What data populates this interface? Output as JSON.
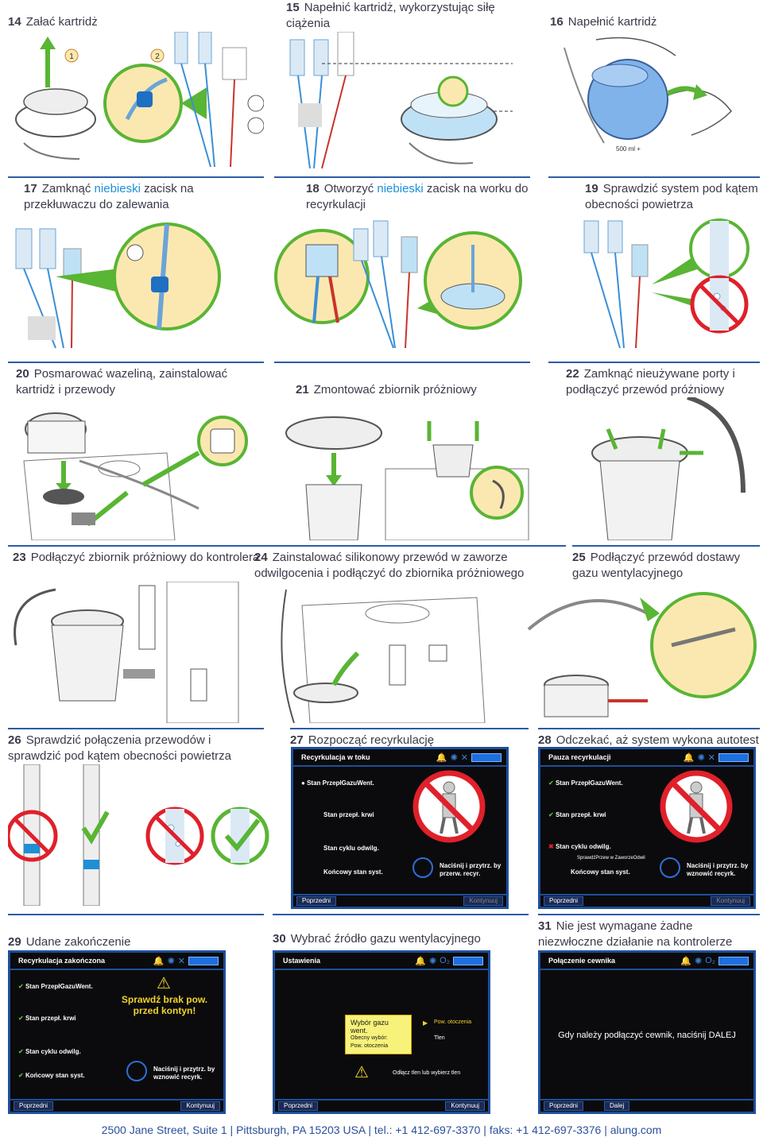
{
  "steps": {
    "s14": {
      "num": "14",
      "text": "Załać kartridż"
    },
    "s15": {
      "num": "15",
      "text": "Napełnić kartridż, wykorzystując siłę ciążenia"
    },
    "s16": {
      "num": "16",
      "text": "Napełnić kartridż"
    },
    "s17": {
      "num": "17",
      "pre": "Zamknąć ",
      "blue": "niebieski",
      "post": " zacisk na przekłuwaczu do zalewania"
    },
    "s18": {
      "num": "18",
      "pre": "Otworzyć ",
      "blue": "niebieski",
      "post": " zacisk na worku do recyrkulacji"
    },
    "s19": {
      "num": "19",
      "text": "Sprawdzić system pod kątem obecności powietrza"
    },
    "s20": {
      "num": "20",
      "text": "Posmarować wazeliną, zainstalować kartridż i przewody"
    },
    "s21": {
      "num": "21",
      "text": "Zmontować zbiornik próżniowy"
    },
    "s22": {
      "num": "22",
      "text": "Zamknąć nieużywane porty i podłączyć przewód próżniowy"
    },
    "s23": {
      "num": "23",
      "text": "Podłączyć zbiornik próżniowy do kontrolera"
    },
    "s24": {
      "num": "24",
      "text": "Zainstalować silikonowy przewód w zaworze odwilgocenia i podłączyć do zbiornika próżniowego"
    },
    "s25": {
      "num": "25",
      "text": "Podłączyć przewód dostawy gazu wentylacyjnego"
    },
    "s26": {
      "num": "26",
      "text": "Sprawdzić połączenia przewodów i sprawdzić pod kątem obecności powietrza"
    },
    "s27": {
      "num": "27",
      "text": "Rozpocząć recyrkulację"
    },
    "s28": {
      "num": "28",
      "text": "Odczekać, aż system wykona autotest"
    },
    "s29": {
      "num": "29",
      "text": "Udane zakończenie"
    },
    "s30": {
      "num": "30",
      "text": "Wybrać źródło gazu wentylacyjnego"
    },
    "s31": {
      "num": "31",
      "text": "Nie jest wymagane żadne niezwłoczne działanie na kontrolerze"
    }
  },
  "art_labels": {
    "one": "1",
    "two": "2",
    "bag_volume": "500 ml +"
  },
  "screens": {
    "sc27": {
      "title": "Recyrkulacja w toku",
      "l1": "Stan PrzepłGazuWent.",
      "l2": "Stan przepł. krwi",
      "l3": "Stan cyklu odwilg.",
      "l4": "Końcowy stan syst.",
      "action": "Naciśnij i przytrz. by przerw. recyr.",
      "btn_left": "Poprzedni",
      "btn_right": "Kontynuuj"
    },
    "sc28": {
      "title": "Pauza recyrkulacji",
      "l1": "Stan PrzepłGazuWent.",
      "l2": "Stan przepł. krwi",
      "l3": "Stan cyklu odwilg.",
      "l3sub": "SprawdźPrzew w ZaworzeOdwil",
      "l4": "Końcowy stan syst.",
      "action": "Naciśnij i przytrz. by wznowić recyrk.",
      "btn_left": "Poprzedni",
      "btn_right": "Kontynuuj"
    },
    "sc29": {
      "title": "Recyrkulacja zakończona",
      "l1": "Stan PrzepłGazuWent.",
      "l2": "Stan przepł. krwi",
      "l3": "Stan cyklu odwilg.",
      "l4": "Końcowy stan syst.",
      "warning": "Sprawdź brak pow. przed kontyn!",
      "action": "Naciśnij i przytrz. by wznowić recyrk.",
      "btn_left": "Poprzedni",
      "btn_right": "Kontynuuj"
    },
    "sc30": {
      "title": "Ustawienia",
      "box_title": "Wybór gazu went.",
      "box_l1": "Obecny wybór:",
      "box_l2": "Pow. otoczenia",
      "opt1": "Pow. otoczenia",
      "opt2": "Tlen",
      "note": "Odłącz tlen lub wybierz tlen",
      "btn_left": "Poprzedni",
      "btn_right": "Kontynuuj"
    },
    "sc31": {
      "title": "Połączenie cewnika",
      "message": "Gdy należy podłączyć cewnik, naciśnij DALEJ",
      "btn_left": "Poprzedni",
      "btn_right": "Dalej"
    }
  },
  "footer": "2500 Jane Street, Suite 1 | Pittsburgh, PA 15203 USA | tel.: +1 412-697-3370 | faks: +1 412-697-3376 | alung.com",
  "colors": {
    "accent_blue": "#1f8fd6",
    "rule_blue": "#2b5ba8",
    "arrow_green": "#59b534",
    "zoom_fill": "#fbe8b0",
    "no_red": "#e0202a"
  }
}
